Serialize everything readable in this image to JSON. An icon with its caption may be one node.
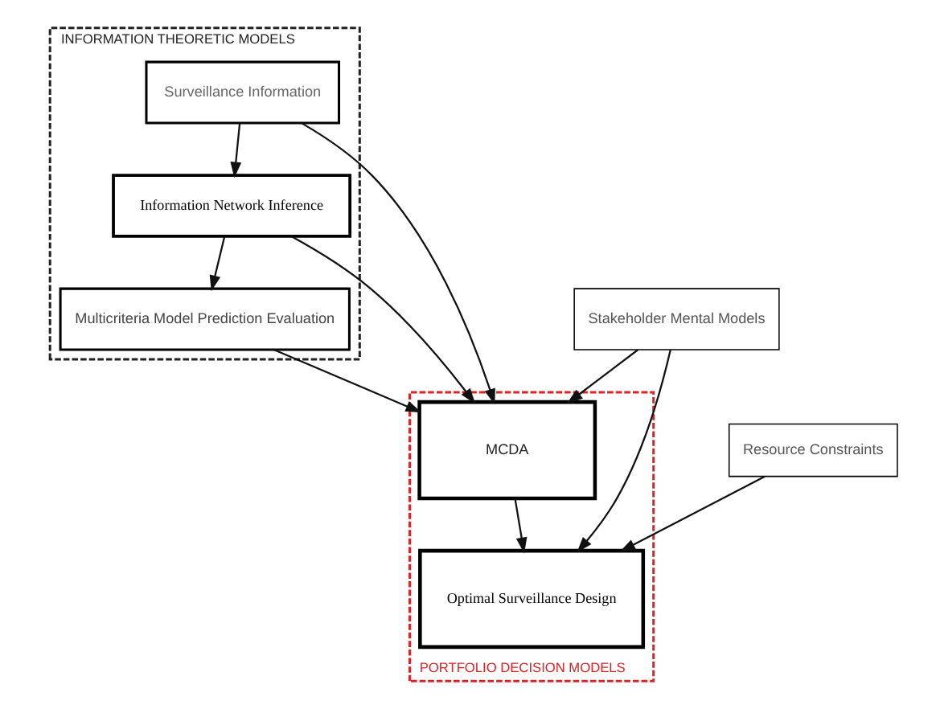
{
  "diagram": {
    "nodes": [
      {
        "text": [
          "INFORMATION THEORETIC MODELS"
        ]
      },
      {
        "text": [
          "Surveillance Information"
        ],
        "in": 0
      },
      {
        "text": [
          "Information Network Inference"
        ],
        "in": 0
      },
      {
        "text": [
          "Multicriteria Model Prediction Evaluation"
        ],
        "in": 0
      },
      {
        "text": [
          "PORTFOLIO DECISION MODELS"
        ]
      },
      {
        "text": [
          "MCDA"
        ],
        "in": 4
      },
      {
        "text": [
          "Stakeholder Mental Models"
        ]
      },
      {
        "text": [
          "Optimal Surveillance Design"
        ],
        "in": 4
      },
      {
        "text": [
          "Resource Constraints"
        ]
      }
    ],
    "edges": [
      {
        "from": 1,
        "to": 2,
        "arrow": "to"
      },
      {
        "from": 2,
        "to": 3,
        "arrow": "to"
      },
      {
        "from": 1,
        "to": 5,
        "arrow": "to"
      },
      {
        "from": 2,
        "to": 5,
        "arrow": "to"
      },
      {
        "from": 3,
        "to": 5,
        "arrow": "to"
      },
      {
        "from": 6,
        "to": 5,
        "arrow": "to"
      },
      {
        "from": 6,
        "to": 7,
        "arrow": "to"
      },
      {
        "from": 5,
        "to": 7,
        "arrow": "to"
      },
      {
        "from": 8,
        "to": 7,
        "arrow": "to"
      }
    ]
  }
}
